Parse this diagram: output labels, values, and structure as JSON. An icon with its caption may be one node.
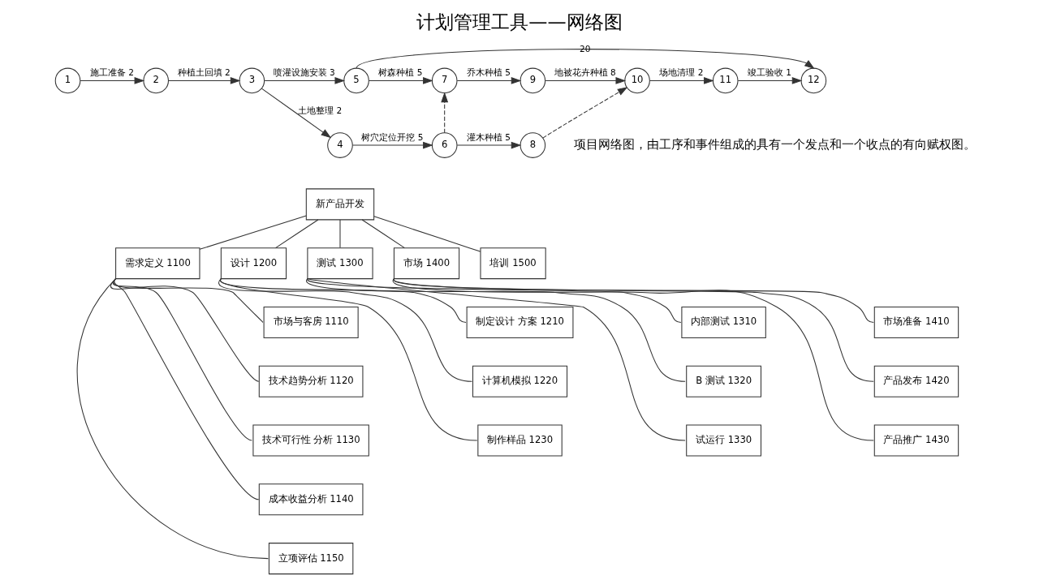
{
  "diagram": {
    "title": "计划管理工具——网络图",
    "nodes": [
      {
        "text": [
          "1"
        ]
      },
      {
        "text": [
          "2"
        ]
      },
      {
        "text": [
          "3"
        ]
      },
      {
        "text": [
          "4"
        ]
      },
      {
        "text": [
          "5"
        ]
      },
      {
        "text": [
          "6"
        ]
      },
      {
        "text": [
          "7"
        ]
      },
      {
        "text": [
          "8"
        ]
      },
      {
        "text": [
          "9"
        ]
      },
      {
        "text": [
          "10"
        ]
      },
      {
        "text": [
          "11"
        ]
      },
      {
        "text": [
          "12"
        ]
      },
      {
        "text": [
          "新产品开发"
        ]
      },
      {
        "text": [
          "需求定义 1100"
        ]
      },
      {
        "text": [
          "市场与客房 1110"
        ]
      },
      {
        "text": [
          "技术趋势分析 1120"
        ]
      },
      {
        "text": [
          "技术可行性 分析 1130"
        ]
      },
      {
        "text": [
          "成本收益分析 1140"
        ]
      },
      {
        "text": [
          "立项评估 1150"
        ]
      },
      {
        "text": [
          "设计 1200"
        ]
      },
      {
        "text": [
          "制定设计 方案 1210"
        ]
      },
      {
        "text": [
          "计算机模拟 1220"
        ]
      },
      {
        "text": [
          "制作样品 1230"
        ]
      },
      {
        "text": [
          "测试 1300"
        ]
      },
      {
        "text": [
          "内部测试 1310"
        ]
      },
      {
        "text": [
          "B 测试 1320"
        ]
      },
      {
        "text": [
          "试运行 1330"
        ]
      },
      {
        "text": [
          "市场 1400"
        ]
      },
      {
        "text": [
          "市场准备 1410"
        ]
      },
      {
        "text": [
          "产品发布 1420"
        ]
      },
      {
        "text": [
          "产品推广 1430"
        ]
      },
      {
        "text": [
          "培训 1500"
        ]
      }
    ],
    "edges": [
      {
        "from": 0,
        "to": 1,
        "arrow": "to",
        "label": "施工准备 2"
      },
      {
        "from": 1,
        "to": 2,
        "arrow": "to",
        "label": "种植土回填 2"
      },
      {
        "from": 2,
        "to": 4,
        "arrow": "to",
        "label": "喷灌设施安装 3"
      },
      {
        "from": 2,
        "to": 3,
        "arrow": "to",
        "label": "土地整理 2"
      },
      {
        "from": 4,
        "to": 6,
        "arrow": "to",
        "label": "树森种植 5"
      },
      {
        "from": 3,
        "to": 5,
        "arrow": "to",
        "label": "树穴定位开挖 5"
      },
      {
        "from": 5,
        "to": 6,
        "arrow": "to",
        "style": "dashed"
      },
      {
        "from": 6,
        "to": 8,
        "arrow": "to",
        "label": "乔木种植 5"
      },
      {
        "from": 5,
        "to": 7,
        "arrow": "to",
        "label": "灌木种植 5"
      },
      {
        "from": 8,
        "to": 9,
        "arrow": "to",
        "label": "地被花卉种植 8"
      },
      {
        "from": 7,
        "to": 9,
        "arrow": "to",
        "style": "dashed"
      },
      {
        "from": 9,
        "to": 10,
        "arrow": "to",
        "label": "场地清理 2"
      },
      {
        "from": 10,
        "to": 11,
        "arrow": "to",
        "label": "竣工验收 1"
      },
      {
        "from": 4,
        "to": 11,
        "arrow": "to",
        "label": "20"
      },
      {
        "from": 12,
        "to": 13,
        "arrow": "none"
      },
      {
        "from": 12,
        "to": 19,
        "arrow": "none"
      },
      {
        "from": 12,
        "to": 23,
        "arrow": "none"
      },
      {
        "from": 12,
        "to": 27,
        "arrow": "none"
      },
      {
        "from": 12,
        "to": 31,
        "arrow": "none"
      },
      {
        "from": 13,
        "to": 14,
        "arrow": "none"
      },
      {
        "from": 13,
        "to": 15,
        "arrow": "none"
      },
      {
        "from": 13,
        "to": 16,
        "arrow": "none"
      },
      {
        "from": 13,
        "to": 17,
        "arrow": "none"
      },
      {
        "from": 13,
        "to": 18,
        "arrow": "none"
      },
      {
        "from": 19,
        "to": 20,
        "arrow": "none"
      },
      {
        "from": 19,
        "to": 21,
        "arrow": "none"
      },
      {
        "from": 19,
        "to": 22,
        "arrow": "none"
      },
      {
        "from": 23,
        "to": 24,
        "arrow": "none"
      },
      {
        "from": 23,
        "to": 25,
        "arrow": "none"
      },
      {
        "from": 23,
        "to": 26,
        "arrow": "none"
      },
      {
        "from": 27,
        "to": 28,
        "arrow": "none"
      },
      {
        "from": 27,
        "to": 29,
        "arrow": "none"
      },
      {
        "from": 27,
        "to": 30,
        "arrow": "none"
      }
    ],
    "labels": [
      "项目网络图，由工序和事件组成的具有一个发点和一个收点的有向赋权图。"
    ]
  }
}
